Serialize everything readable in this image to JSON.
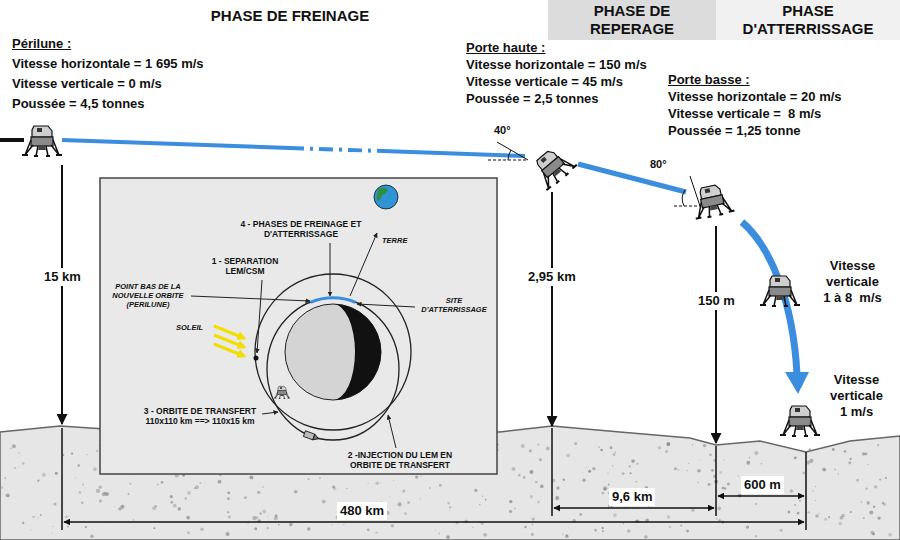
{
  "diagram": {
    "nodes": [
      {
        "text": [
          "PHASE DE FREINAGE"
        ]
      },
      {
        "text": [
          "PHASE DE REPERAGE"
        ]
      },
      {
        "text": [
          "PHASE D'ATTERRISSAGE"
        ]
      }
    ],
    "labels": [
      "Périlune :",
      "Vitesse horizontale = 1 695 m/s",
      "Vitesse verticale = 0 m/s",
      "Poussée = 4,5 tonnes",
      "Porte haute :",
      "Vitesse horizontale = 150 m/s",
      "Vitesse verticale = 45 m/s",
      "Poussée = 2,5 tonnes",
      "Porte basse :",
      "Vitesse horizontale = 20 m/s",
      "Vitesse verticale =  8 m/s",
      "Poussée = 1,25 tonne",
      "40°",
      "80°",
      "15 km",
      "2,95 km",
      "150 m",
      "Vitesse verticale 1 à 8  m/s",
      "Vitesse verticale 1 m/s",
      "600 m",
      "9,6 km",
      "480 km",
      "4 - PHASES DE FREINAGE ET D'ATTERRISSAGE",
      "TERRE",
      "1 - SEPARATION LEM/CSM",
      "POINT BAS DE LA NOUVELLE ORBITE (PERILUNE)",
      "SITE D'ATTERRISSAGE",
      "SOLEIL",
      "3 - ORBITE DE TRANSFERT 110x110 km ==> 110x15 km",
      "2 -INJECTION DU LEM EN ORBITE DE TRANSFERT"
    ]
  }
}
